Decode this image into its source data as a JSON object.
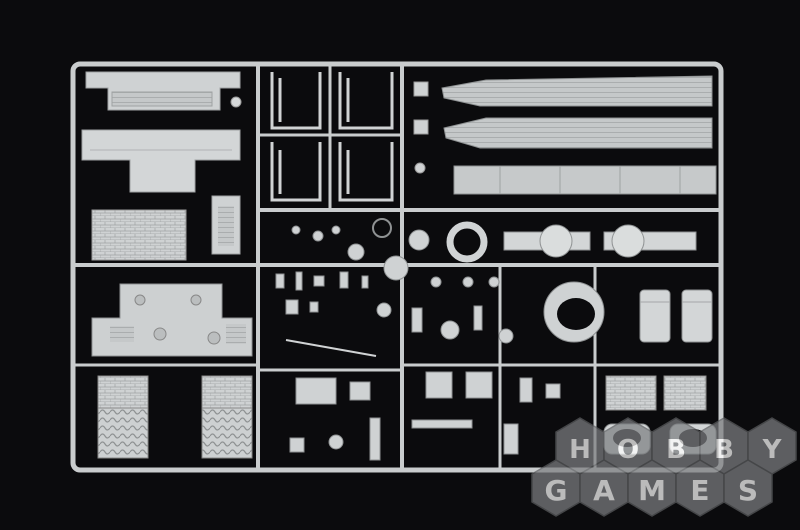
{
  "photo": {
    "subject": "plastic model kit sprue",
    "background_color": "#0b0b0d",
    "plastic_color": "#c9cccd"
  },
  "watermark": {
    "top_letters": [
      "H",
      "O",
      "B",
      "B",
      "Y"
    ],
    "bottom_letters": [
      "G",
      "A",
      "M",
      "E",
      "S"
    ]
  }
}
